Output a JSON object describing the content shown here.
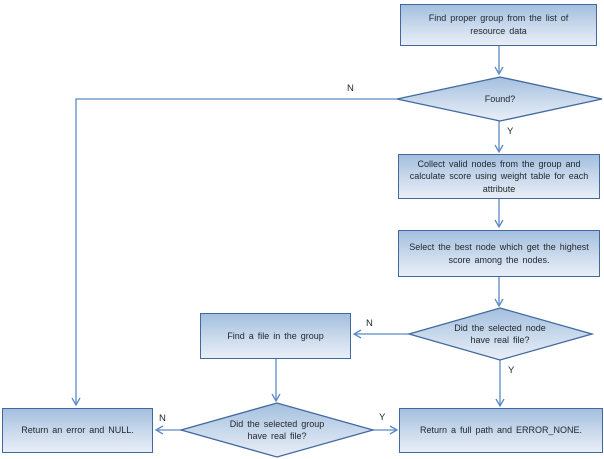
{
  "diagram": {
    "type": "flowchart",
    "colors": {
      "shape_border": "#41699f",
      "shape_fill_top": "#a3bfde",
      "shape_fill_bottom": "#e9eef7",
      "connector": "#5b8ac5",
      "text": "#20282e",
      "background": "#ffffff"
    },
    "nodes": {
      "find_group": {
        "type": "process",
        "label": "Find proper group from the list of resource data"
      },
      "found": {
        "type": "decision",
        "label": "Found?"
      },
      "collect": {
        "type": "process",
        "label": "Collect valid nodes from the group and calculate score using weight table for each attribute"
      },
      "select": {
        "type": "process",
        "label": "Select the best node which get the highest score among the nodes."
      },
      "node_file": {
        "type": "decision",
        "label": "Did the selected node have real file?"
      },
      "find_file": {
        "type": "process",
        "label": "Find a file in the group"
      },
      "group_file": {
        "type": "decision",
        "label": "Did the selected group have real file?"
      },
      "return_error": {
        "type": "terminal",
        "label": "Return an error and NULL."
      },
      "return_path": {
        "type": "terminal",
        "label": "Return a full path and ERROR_NONE."
      }
    },
    "edge_labels": {
      "found_no": "N",
      "found_yes": "Y",
      "node_file_no": "N",
      "node_file_yes": "Y",
      "group_file_no": "N",
      "group_file_yes": "Y"
    },
    "edges": [
      {
        "from": "find_group",
        "to": "found",
        "label": ""
      },
      {
        "from": "found",
        "to": "return_error",
        "label": "N"
      },
      {
        "from": "found",
        "to": "collect",
        "label": "Y"
      },
      {
        "from": "collect",
        "to": "select",
        "label": ""
      },
      {
        "from": "select",
        "to": "node_file",
        "label": ""
      },
      {
        "from": "node_file",
        "to": "find_file",
        "label": "N"
      },
      {
        "from": "node_file",
        "to": "return_path",
        "label": "Y"
      },
      {
        "from": "find_file",
        "to": "group_file",
        "label": ""
      },
      {
        "from": "group_file",
        "to": "return_error",
        "label": "N"
      },
      {
        "from": "group_file",
        "to": "return_path",
        "label": "Y"
      }
    ]
  }
}
